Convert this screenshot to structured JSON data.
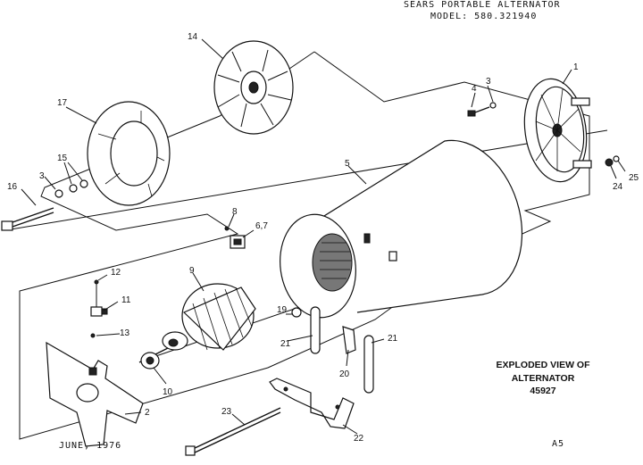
{
  "header": {
    "title": "SEARS PORTABLE ALTERNATOR",
    "model": "MODEL: 580.321940"
  },
  "caption": {
    "line1": "EXPLODED VIEW OF",
    "line2": "ALTERNATOR",
    "line3": "45927"
  },
  "footer": {
    "date": "JUNE, 1976",
    "page_code": "A5"
  },
  "callouts": {
    "c1": "1",
    "c2": "2",
    "c3a": "3",
    "c3b": "3",
    "c4": "4",
    "c5": "5",
    "c67": "6,7",
    "c8": "8",
    "c9": "9",
    "c10": "10",
    "c11": "11",
    "c12": "12",
    "c13": "13",
    "c14": "14",
    "c15": "15",
    "c16": "16",
    "c17": "17",
    "c19": "19",
    "c20": "20",
    "c21a": "21",
    "c21b": "21",
    "c22": "22",
    "c23": "23",
    "c24": "24",
    "c25": "25"
  }
}
